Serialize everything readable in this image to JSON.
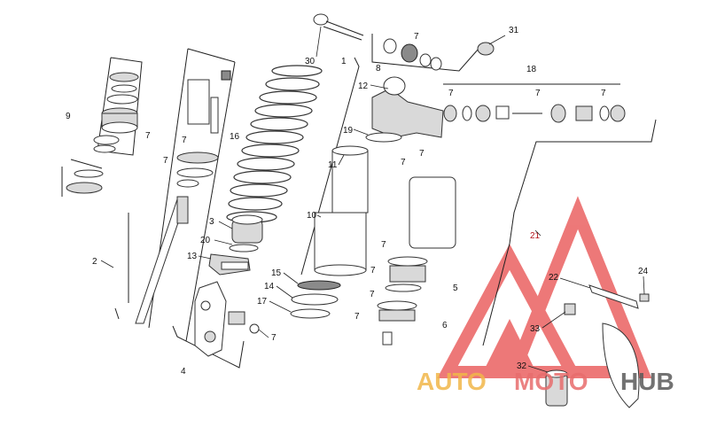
{
  "watermark": {
    "part1": "AUTO",
    "part2": "MOTO",
    "part3": "HUB"
  },
  "labels": {
    "n1": "1",
    "n2": "2",
    "n3": "3",
    "n4": "4",
    "n5": "5",
    "n6": "6",
    "n7": "7",
    "n8": "8",
    "n9": "9",
    "n10": "10",
    "n11": "11",
    "n12": "12",
    "n13": "13",
    "n14": "14",
    "n15": "15",
    "n16": "16",
    "n17": "17",
    "n18": "18",
    "n19": "19",
    "n20": "20",
    "n21": "21",
    "n22": "22",
    "n24": "24",
    "n30": "30",
    "n31": "31",
    "n32": "32",
    "n33": "33"
  },
  "colors": {
    "watermark_red": "#e74c4c",
    "watermark_orange": "#f1b74a",
    "label_red": "#b3141b"
  }
}
